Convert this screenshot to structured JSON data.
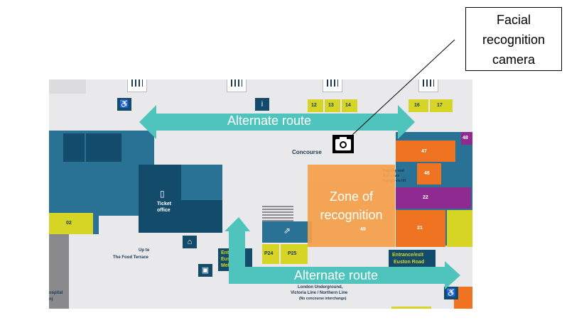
{
  "callout": {
    "label": "Facial recognition camera",
    "line1": "Facial",
    "line2": "recognition",
    "line3": "camera"
  },
  "routes": {
    "top_label": "Alternate route",
    "bottom_label": "Alternate route"
  },
  "zone": {
    "line1": "Zone of",
    "line2": "recognition"
  },
  "map": {
    "concourse": "Concourse",
    "ticket_office_1": "Ticket",
    "ticket_office_2": "office",
    "food_terrace_1": "Up to",
    "food_terrace_2": "The Food Terrace",
    "entrance_euston": "Entrance/exit",
    "euston_road": "Euston Road",
    "underground_1": "London Underground,",
    "underground_2": "Victoria Line / Northern Line",
    "underground_3": "(No concourse interchange)",
    "hospital_1": "ospital",
    "hospital_2": "n)",
    "units": {
      "u02": "02",
      "u12": "12",
      "u13": "13",
      "u14": "14",
      "u16": "16",
      "u17": "17",
      "u47": "47",
      "u46": "46",
      "u48": "48",
      "u22": "22",
      "u21": "21",
      "u49": "49",
      "p24": "P24",
      "p25": "P25"
    },
    "lift_note_1": "Balcony and",
    "lift_note_2": "first class",
    "lift_note_3": "lounge via lift",
    "entrance_partial_1": "Entr",
    "entrance_partial_2": "Eus",
    "entrance_partial_3": "Mel"
  },
  "colors": {
    "route_arrow": "#4fc4bc",
    "zone": "#f4a04a",
    "navy": "#134c6b",
    "teal": "#2a7196",
    "yellow": "#d6d424",
    "orange": "#ef7320",
    "purple": "#8e2a90"
  },
  "icons": [
    "camera-icon",
    "waiting-room-icon",
    "ticket-icon",
    "escalator-icon",
    "accessible-icon",
    "taxi-icon",
    "info-icon"
  ]
}
